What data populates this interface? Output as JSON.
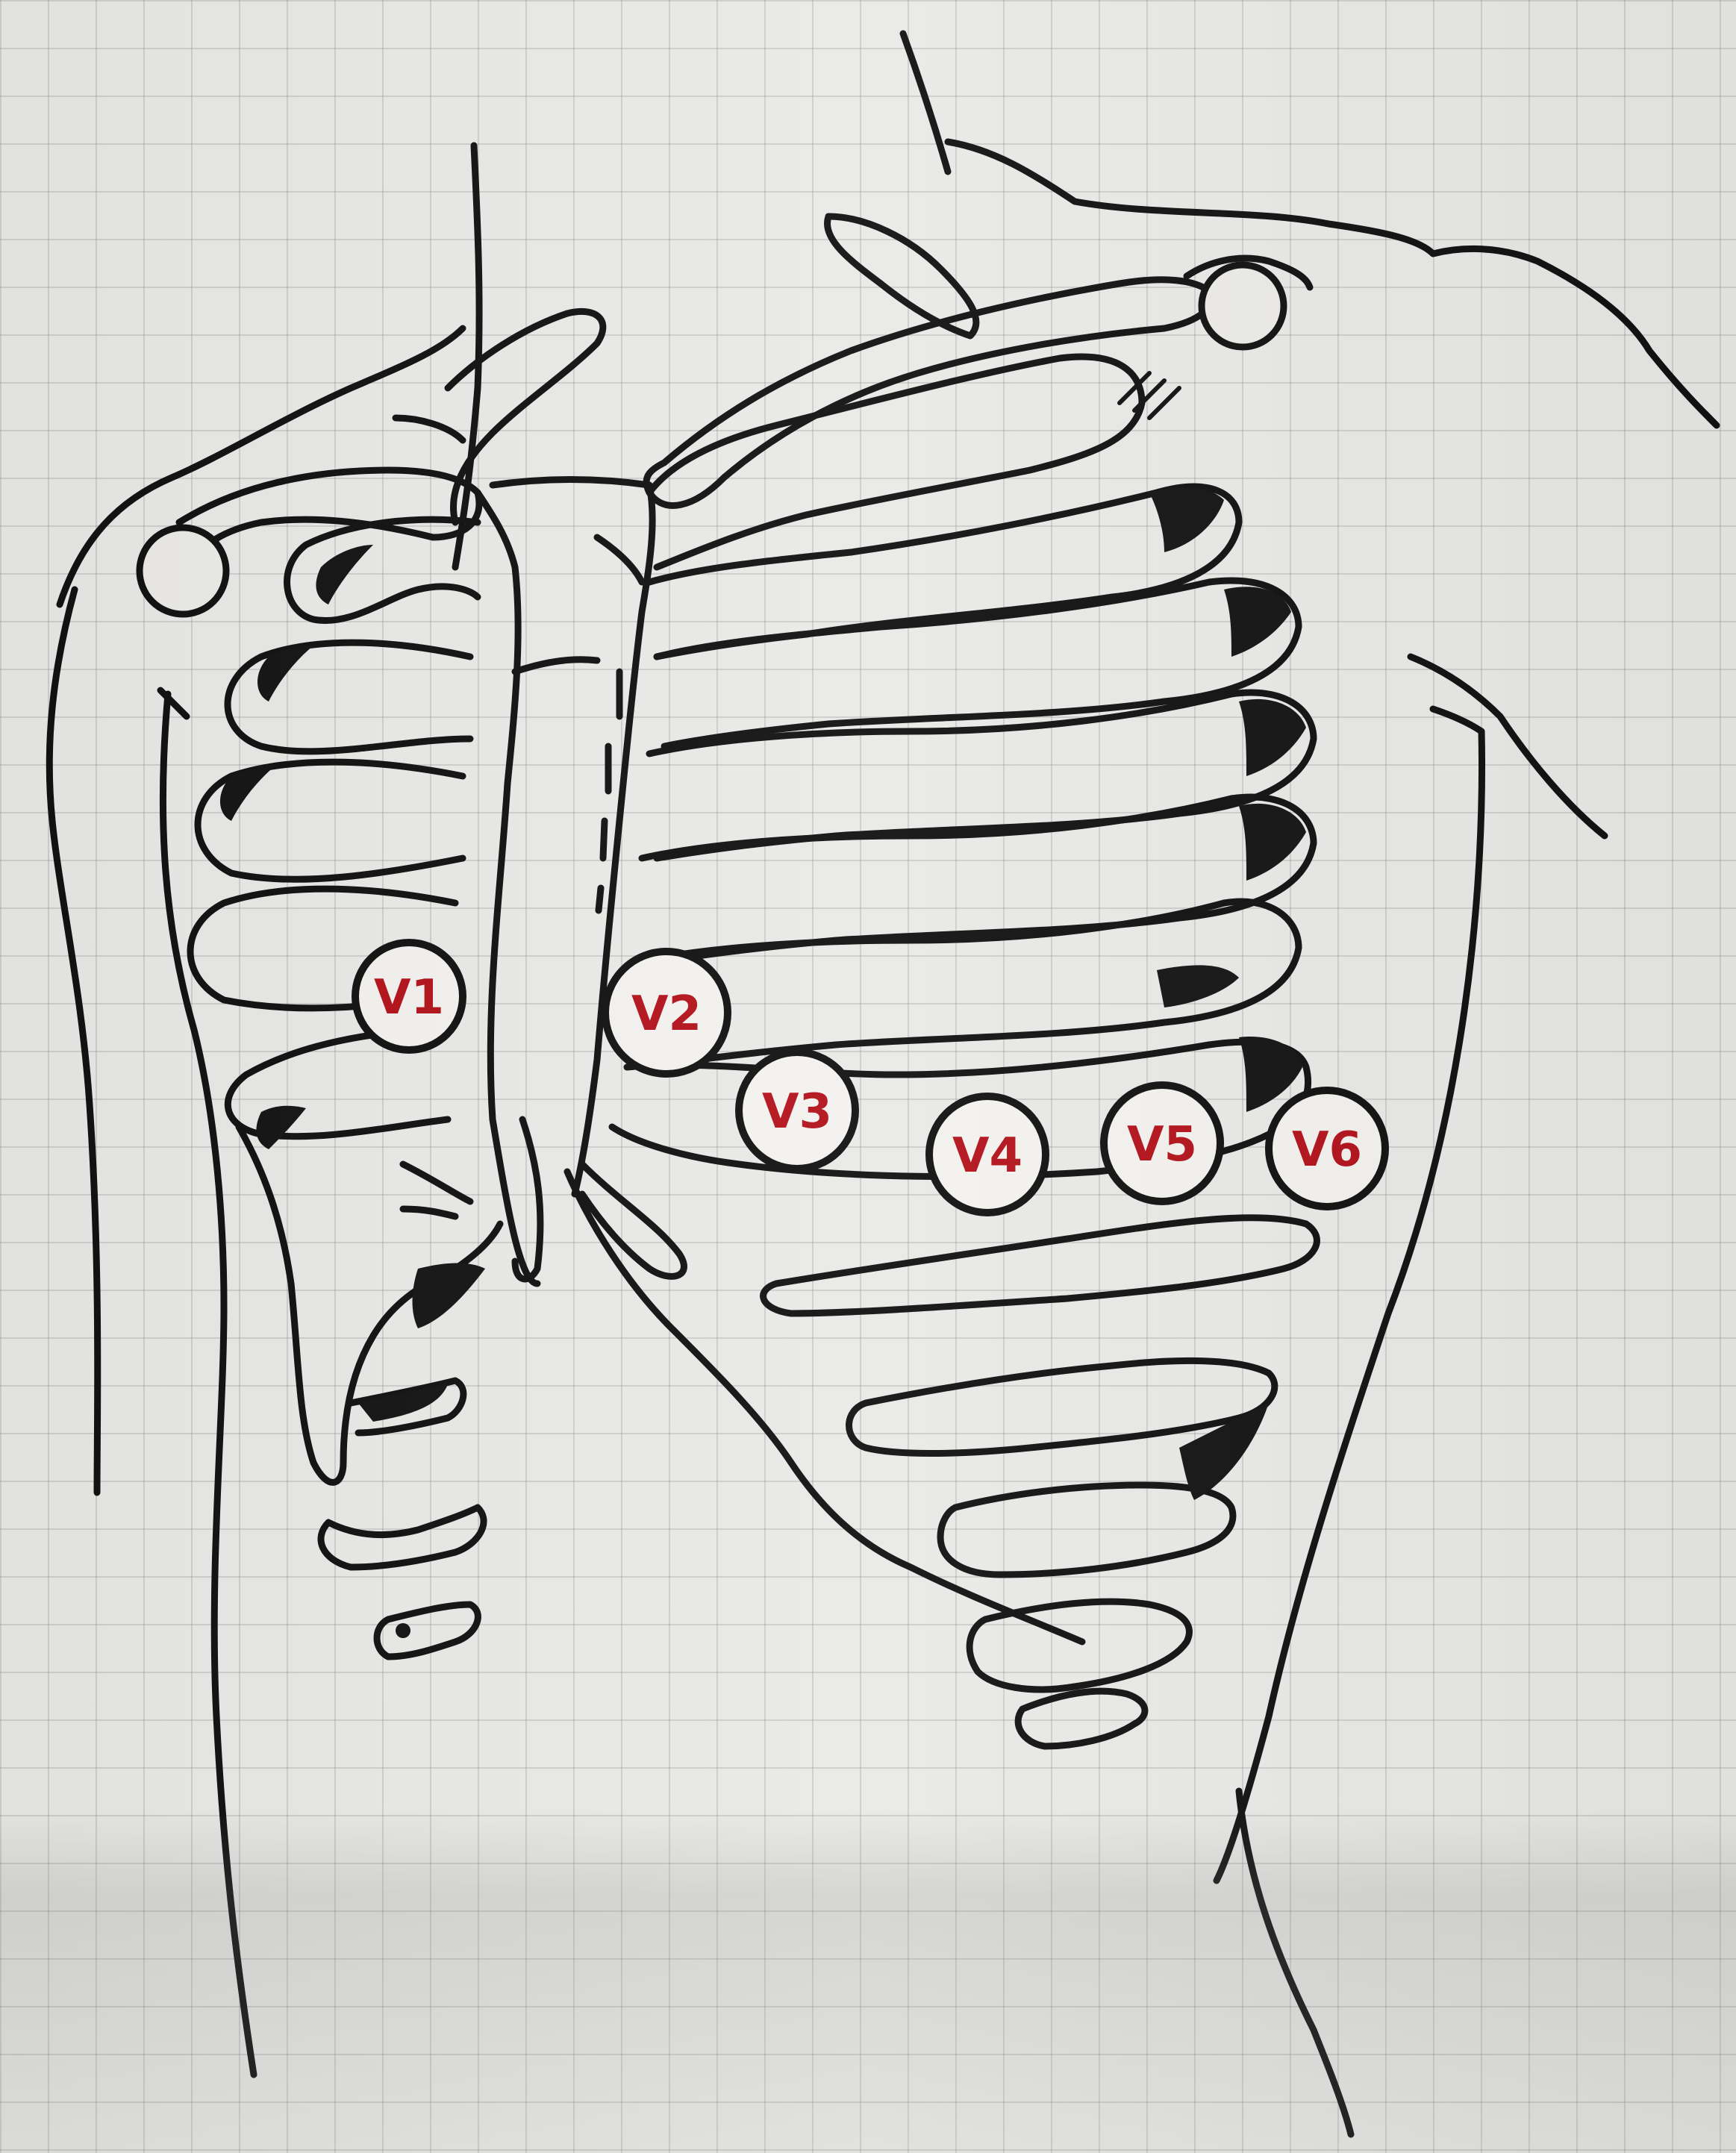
{
  "diagram": {
    "electrodes": [
      {
        "label": "V1"
      },
      {
        "label": "V2"
      },
      {
        "label": "V3"
      },
      {
        "label": "V4"
      },
      {
        "label": "V5"
      },
      {
        "label": "V6"
      }
    ],
    "colors": {
      "ink": "#111111",
      "electrode_label": "#b3121b",
      "paper": "#e9e9e7",
      "grid": "#9a9a9a"
    }
  }
}
